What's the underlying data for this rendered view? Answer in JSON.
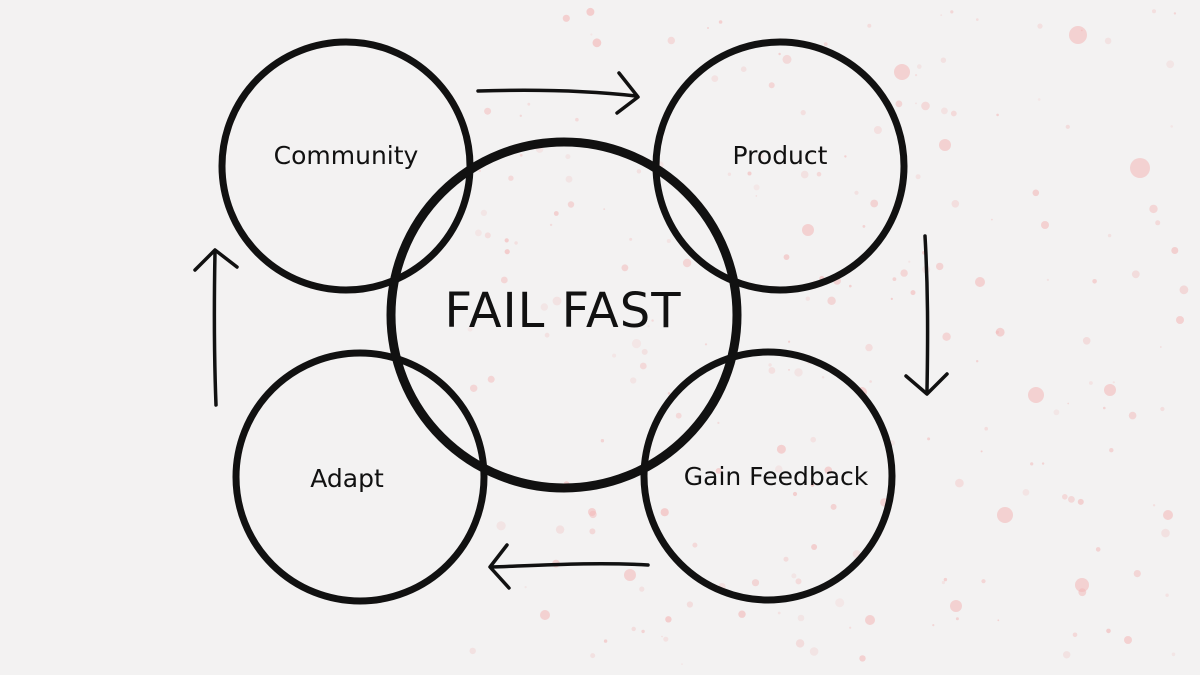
{
  "center_label": "FAIL FAST",
  "nodes": [
    {
      "label": "Community"
    },
    {
      "label": "Product"
    },
    {
      "label": "Gain Feedback"
    },
    {
      "label": "Adapt"
    }
  ],
  "colors": {
    "background": "#f3f2f2",
    "ink": "#111111",
    "splatter": "#f2b7b7"
  }
}
